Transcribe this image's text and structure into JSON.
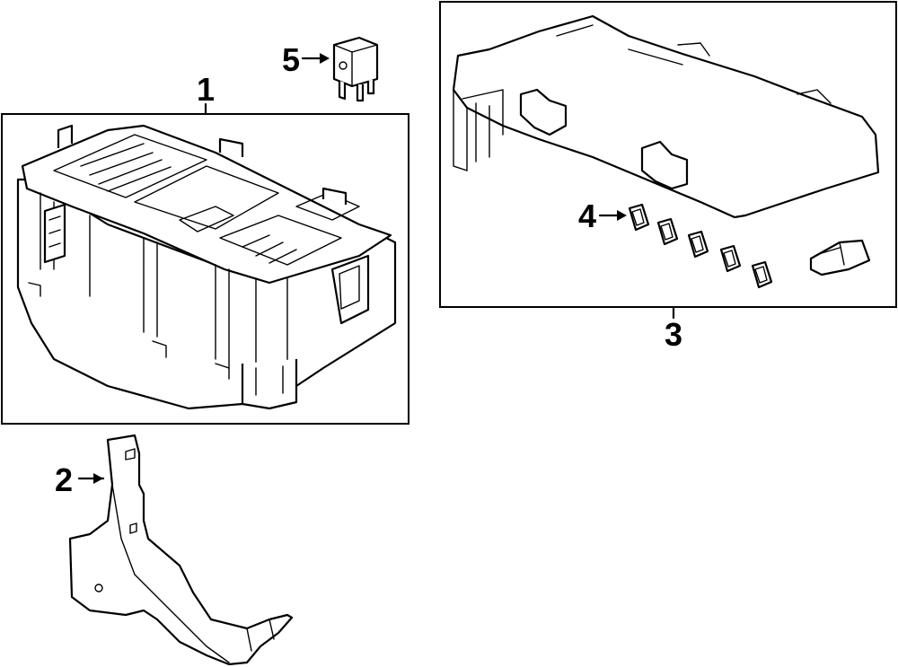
{
  "diagram": {
    "callouts": {
      "c1": "1",
      "c2": "2",
      "c3": "3",
      "c4": "4",
      "c5": "5"
    }
  }
}
